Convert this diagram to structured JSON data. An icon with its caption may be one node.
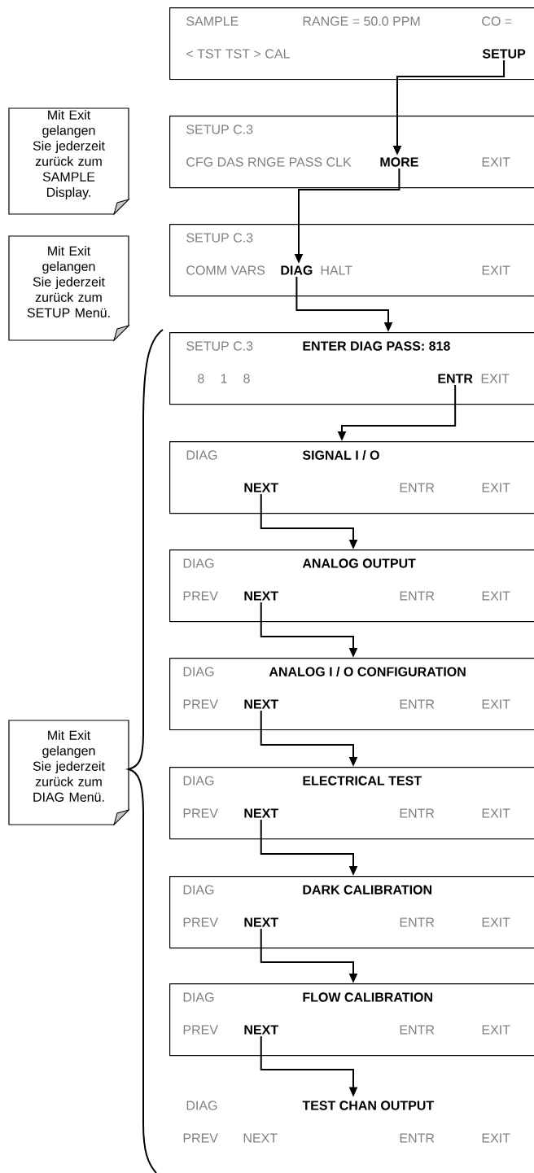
{
  "diagram": {
    "nodes": [
      {
        "text": [
          "SAMPLE",
          "RANGE = 50.0 PPM",
          "CO =",
          "< TST TST > CAL"
        ]
      },
      {
        "text": [
          "SETUP"
        ],
        "in": 0
      },
      {
        "text": [
          "Mit Exit gelangen Sie jederzeit zurück zum SAMPLE Display."
        ]
      },
      {
        "text": [
          "SETUP C.3",
          "CFG DAS RNGE PASS CLK",
          "EXIT"
        ]
      },
      {
        "text": [
          "MORE"
        ],
        "in": 3
      },
      {
        "text": [
          "Mit Exit gelangen Sie jederzeit zurück zum SETUP Menü."
        ]
      },
      {
        "text": [
          "SETUP C.3",
          "COMM VARS",
          "HALT",
          "EXIT"
        ]
      },
      {
        "text": [
          "DIAG"
        ],
        "in": 6
      },
      {
        "text": [
          "SETUP C.3",
          "ENTER DIAG PASS: 818",
          "8 1 8",
          "EXIT"
        ]
      },
      {
        "text": [
          "ENTR"
        ],
        "in": 8
      },
      {
        "text": [
          "DIAG",
          "SIGNAL I / O",
          "ENTR",
          "EXIT"
        ]
      },
      {
        "text": [
          "NEXT"
        ],
        "in": 10
      },
      {
        "text": [
          "DIAG",
          "ANALOG OUTPUT",
          "PREV",
          "ENTR",
          "EXIT"
        ]
      },
      {
        "text": [
          "NEXT"
        ],
        "in": 12
      },
      {
        "text": [
          "DIAG",
          "ANALOG I / O CONFIGURATION",
          "PREV",
          "ENTR",
          "EXIT"
        ]
      },
      {
        "text": [
          "NEXT"
        ],
        "in": 14
      },
      {
        "text": [
          "Mit Exit gelangen Sie jederzeit zurück zum DIAG Menü."
        ]
      },
      {
        "text": [
          "DIAG",
          "ELECTRICAL TEST",
          "PREV",
          "ENTR",
          "EXIT"
        ]
      },
      {
        "text": [
          "NEXT"
        ],
        "in": 17
      },
      {
        "text": [
          "DIAG",
          "DARK CALIBRATION",
          "PREV",
          "ENTR",
          "EXIT"
        ]
      },
      {
        "text": [
          "NEXT"
        ],
        "in": 19
      },
      {
        "text": [
          "DIAG",
          "FLOW CALIBRATION",
          "PREV",
          "ENTR",
          "EXIT"
        ]
      },
      {
        "text": [
          "NEXT"
        ],
        "in": 21
      },
      {
        "text": [
          "DIAG",
          "TEST CHAN OUTPUT",
          "PREV",
          "NEXT",
          "ENTR",
          "EXIT"
        ]
      }
    ],
    "edges": [
      {
        "from": 1,
        "to": 4,
        "arrow": "to"
      },
      {
        "from": 4,
        "to": 7,
        "arrow": "to"
      },
      {
        "from": 7,
        "to": 8,
        "arrow": "to"
      },
      {
        "from": 9,
        "to": 10,
        "arrow": "to"
      },
      {
        "from": 11,
        "to": 12,
        "arrow": "to"
      },
      {
        "from": 13,
        "to": 14,
        "arrow": "to"
      },
      {
        "from": 15,
        "to": 17,
        "arrow": "to"
      },
      {
        "from": 18,
        "to": 19,
        "arrow": "to"
      },
      {
        "from": 20,
        "to": 21,
        "arrow": "to"
      },
      {
        "from": 22,
        "to": 23,
        "arrow": "to"
      }
    ]
  }
}
